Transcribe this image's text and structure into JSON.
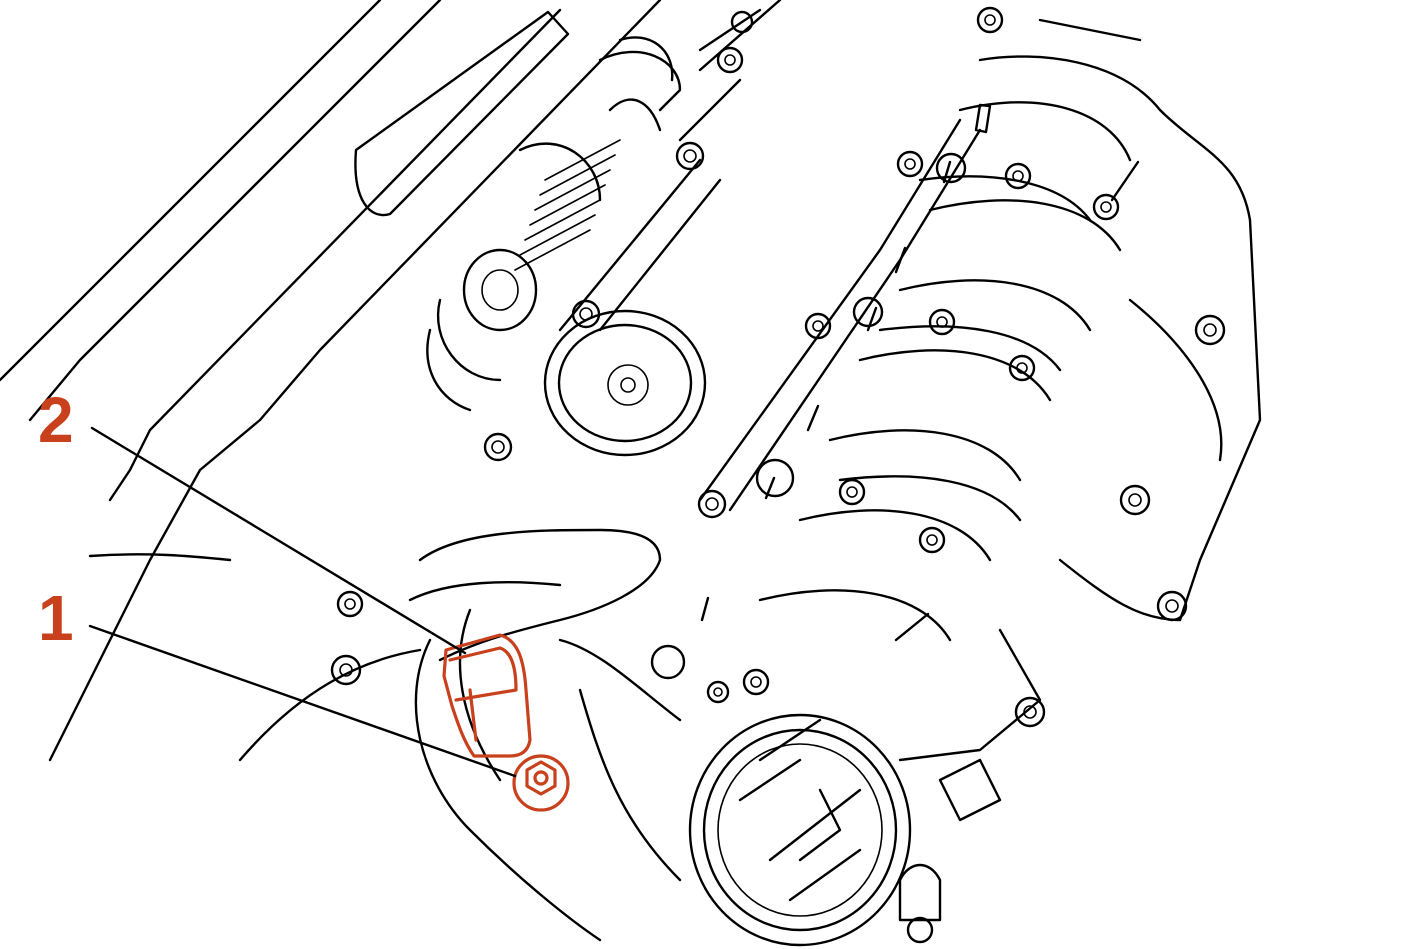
{
  "callouts": [
    {
      "number": "1",
      "target": "bolt"
    },
    {
      "number": "2",
      "target": "bracket"
    }
  ],
  "colors": {
    "line_art": "#000000",
    "highlight": "#c9401d",
    "background": "#ffffff"
  }
}
